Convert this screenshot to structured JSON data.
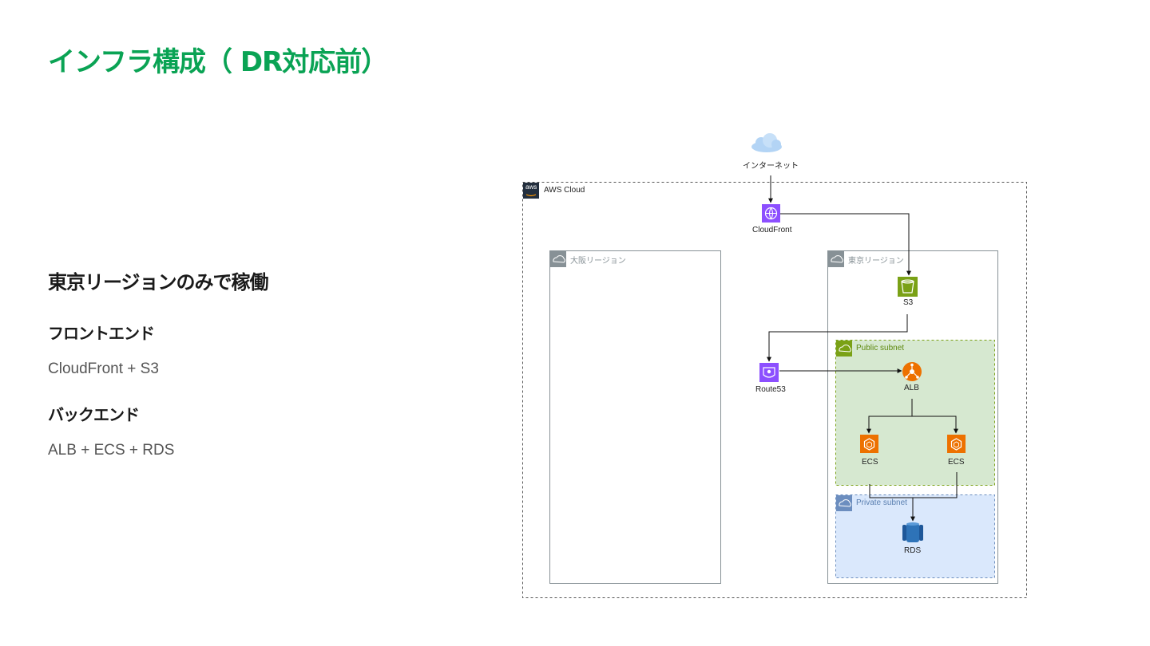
{
  "title": "インフラ構成（ DR対応前）",
  "summary": "東京リージョンのみで稼働",
  "sections": [
    {
      "title": "フロントエンド",
      "body": "CloudFront + S3"
    },
    {
      "title": "バックエンド",
      "body": "ALB + ECS + RDS"
    }
  ],
  "diagram": {
    "internet_label": "インターネット",
    "aws_cloud_label": "AWS Cloud",
    "aws_logo_text": "aws",
    "osaka_region_label": "大阪リージョン",
    "tokyo_region_label": "東京リージョン",
    "public_subnet_label": "Public subnet",
    "private_subnet_label": "Private subnet",
    "cloudfront_label": "CloudFront",
    "s3_label": "S3",
    "route53_label": "Route53",
    "alb_label": "ALB",
    "ecs1_label": "ECS",
    "ecs2_label": "ECS",
    "rds_label": "RDS",
    "colors": {
      "title_green": "#0aa354",
      "cloudfront_purple": "#8c4fff",
      "s3_green": "#7aa116",
      "compute_orange": "#ed7100",
      "rds_blue": "#2e73b8",
      "public_subnet_fill": "#d6e8d0",
      "private_subnet_fill": "#dae8fc"
    }
  }
}
